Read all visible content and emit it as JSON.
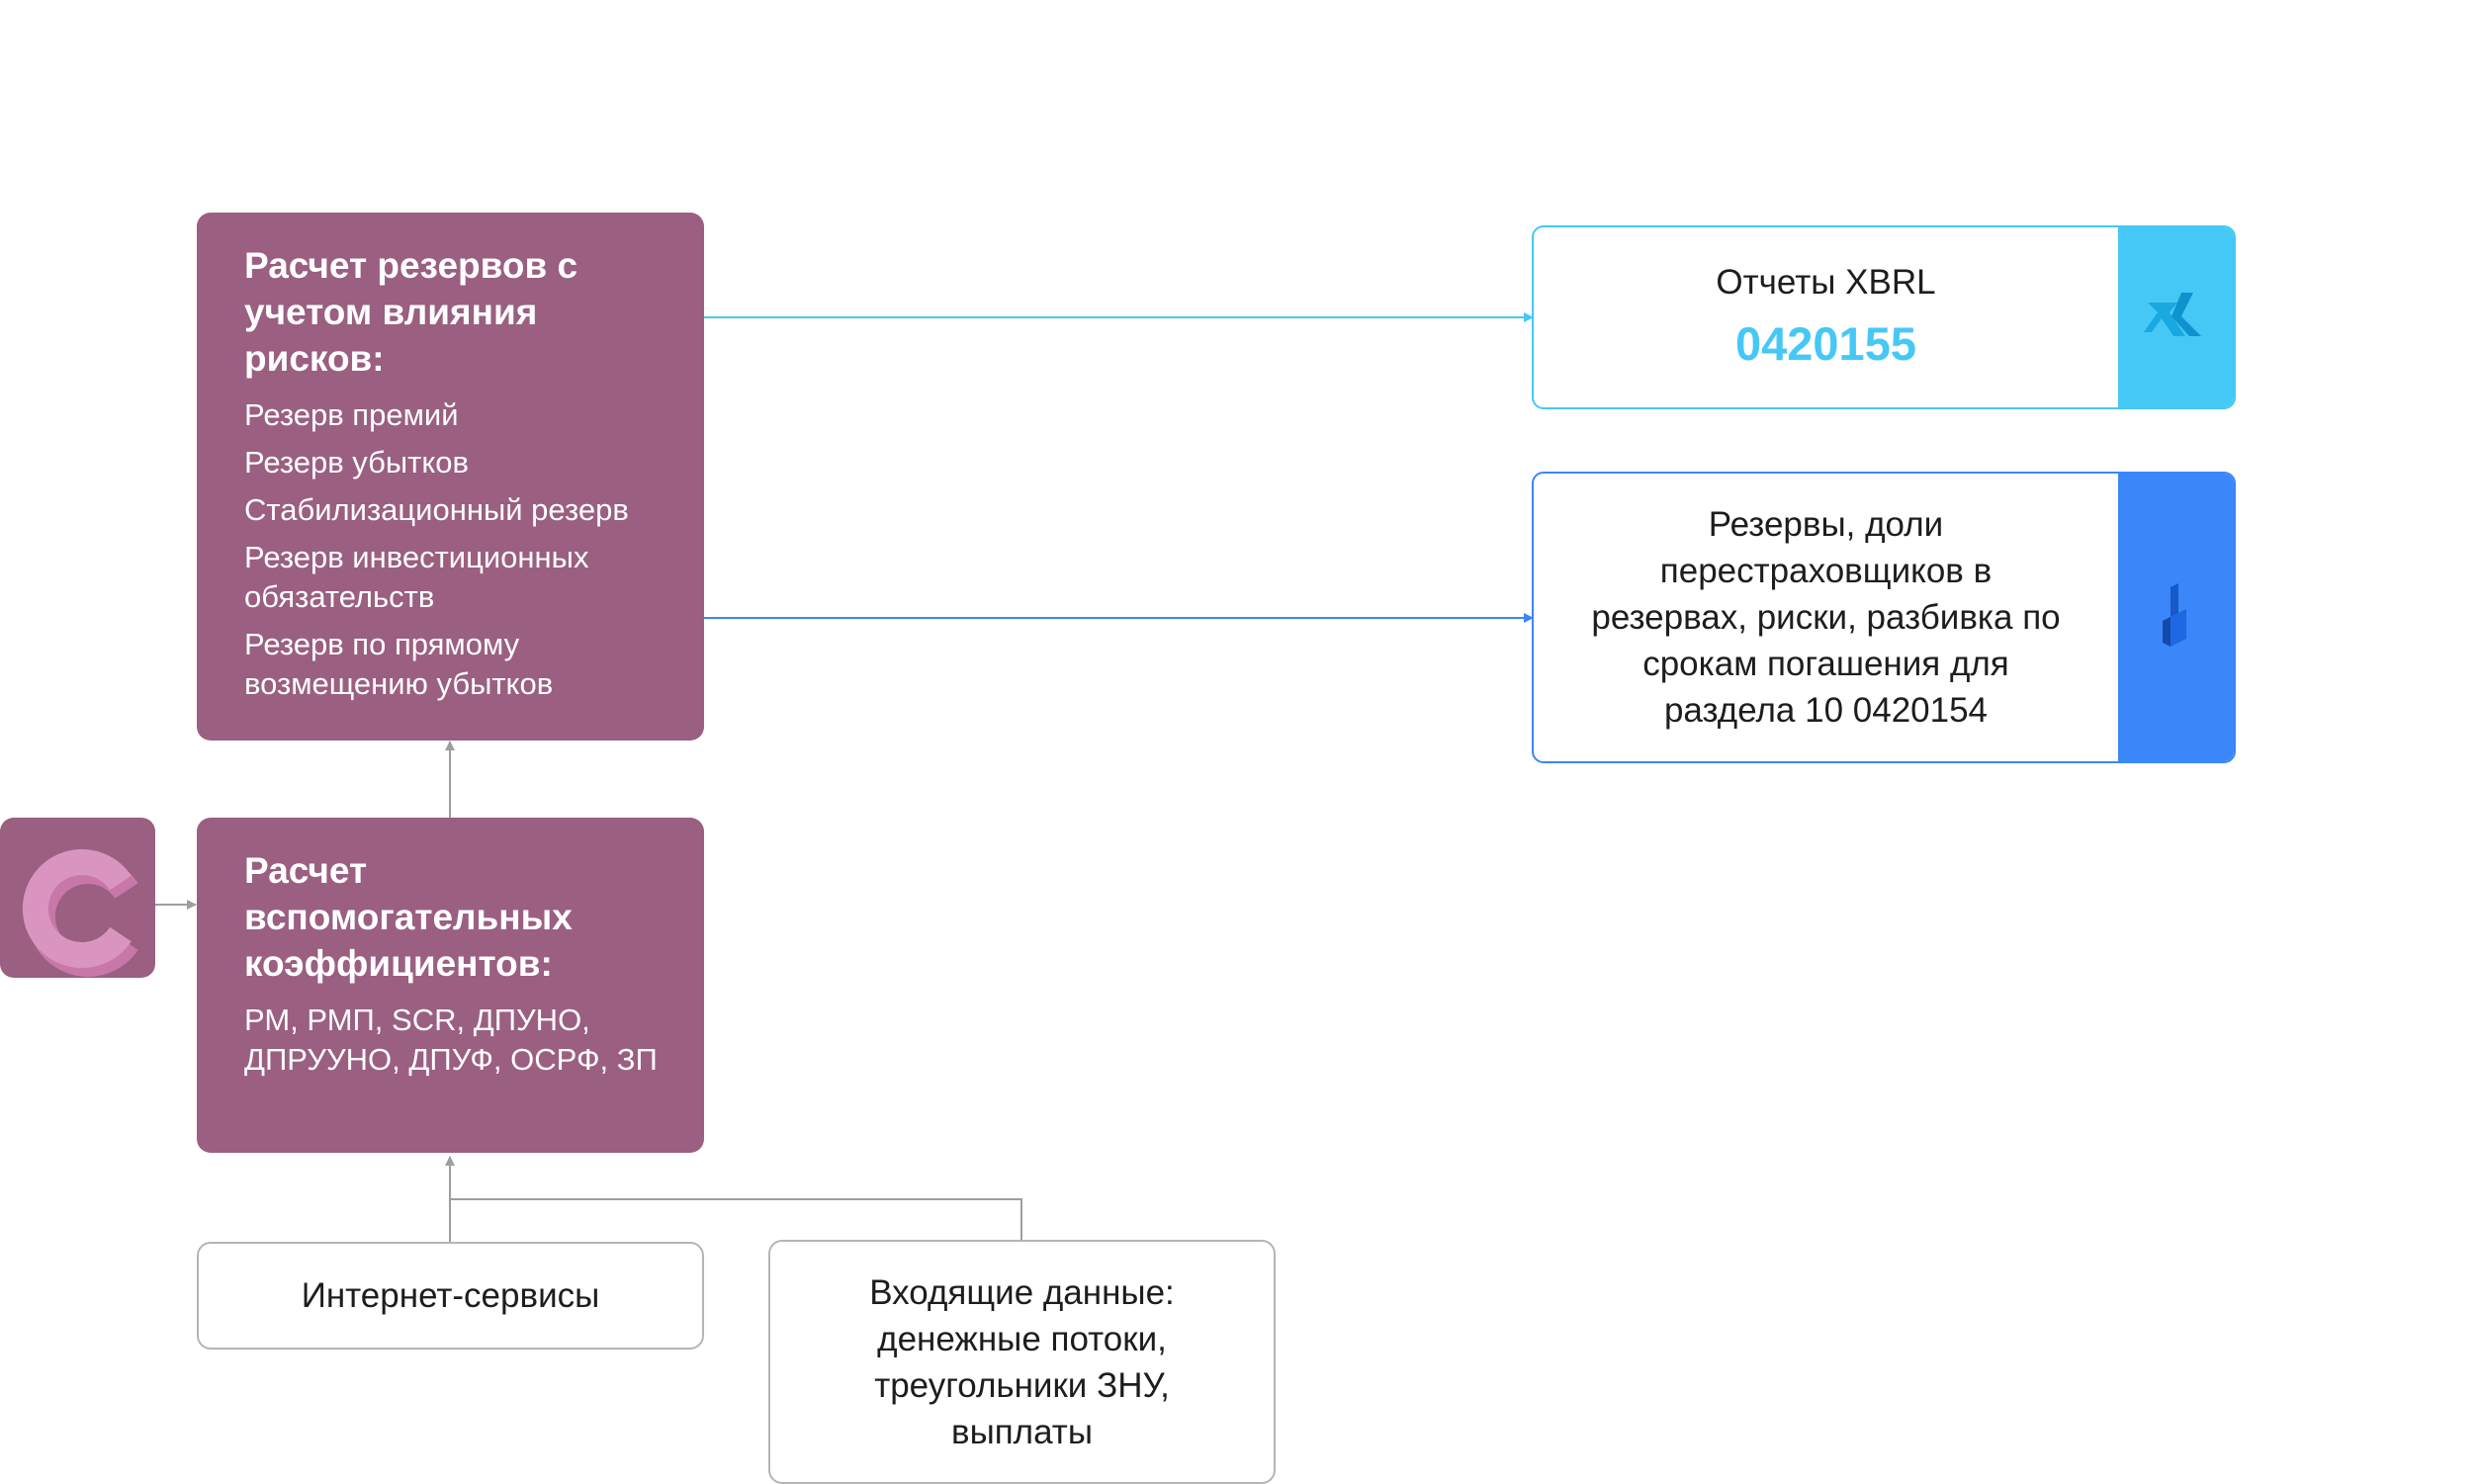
{
  "reserves_node": {
    "title": "Расчет резервов с учетом влияния рисков:",
    "items": [
      "Резерв премий",
      "Резерв убытков",
      "Стабилизационный резерв",
      "Резерв инвестиционных обязательств",
      "Резерв по прямому возмещению убытков"
    ]
  },
  "coefficients_node": {
    "title": "Расчет вспомогательных коэффициентов:",
    "body": "РМ, РМП, SCR, ДПУНО, ДПРУУНО, ДПУФ, ОСРФ, ЗП"
  },
  "internet_node": {
    "label": "Интернет-сервисы"
  },
  "input_node": {
    "label": "Входящие данные: денежные потоки, треугольники ЗНУ, выплаты"
  },
  "xbrl_target": {
    "title": "Отчеты XBRL",
    "code": "0420155",
    "icon": "xbrl-logo-icon",
    "accent": "#45c8f5"
  },
  "reserves_target": {
    "label": "Резервы, доли перестраховщиков в резервах, риски, разбивка по срокам погашения для раздела 10 0420154",
    "icon": "blue-logo-icon",
    "accent": "#3b86f8"
  },
  "app_icon": {
    "icon": "c-logo-icon",
    "color": "#9a5f81"
  },
  "colors": {
    "node": "#9a5f81",
    "connector": "#9e9e9e",
    "xbrl_line": "#45c8f5",
    "blue_line": "#3b86f8"
  }
}
